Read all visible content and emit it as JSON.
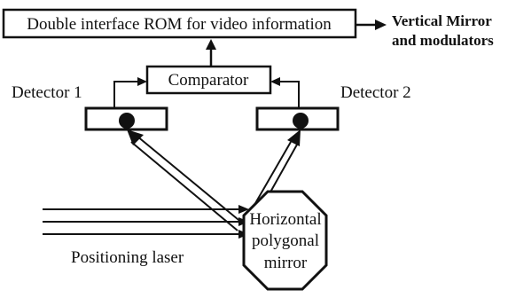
{
  "rom_box": {
    "label": "Double interface ROM for video information"
  },
  "output_note": {
    "line1": "Vertical Mirror",
    "line2": "and modulators"
  },
  "comparator": {
    "label": "Comparator"
  },
  "detectors": [
    {
      "label": "Detector 1"
    },
    {
      "label": "Detector 2"
    }
  ],
  "mirror": {
    "line1": "Horizontal",
    "line2": "polygonal",
    "line3": "mirror"
  },
  "laser": {
    "label": "Positioning laser"
  }
}
